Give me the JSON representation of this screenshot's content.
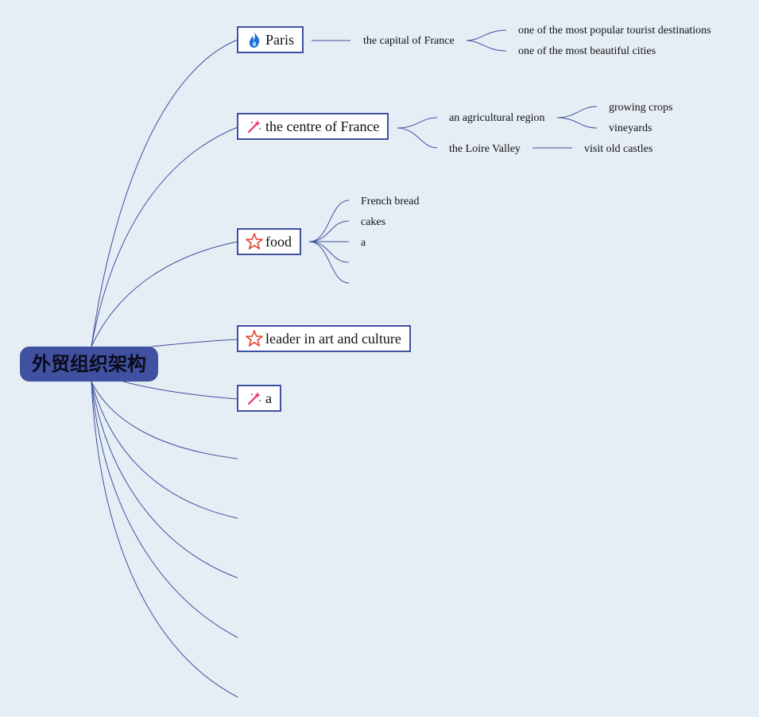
{
  "root": {
    "label": "外贸组织架构"
  },
  "topics": [
    {
      "key": "paris",
      "label": "Paris",
      "icon": "fire-icon"
    },
    {
      "key": "centre",
      "label": "the centre of France",
      "icon": "magic-wand-icon"
    },
    {
      "key": "food",
      "label": "food",
      "icon": "star-icon"
    },
    {
      "key": "leader",
      "label": "leader in art and culture",
      "icon": "star-icon"
    },
    {
      "key": "a",
      "label": "a",
      "icon": "magic-wand-icon"
    }
  ],
  "paris": {
    "capital": "the capital of France",
    "details": [
      "one of the most popular tourist destinations",
      "one of the most beautiful cities"
    ]
  },
  "centre": {
    "agricultural": "an agricultural region",
    "agri_details": [
      "growing crops",
      "vineyards"
    ],
    "loire": "the Loire Valley",
    "loire_detail": "visit old castles"
  },
  "food": {
    "items": [
      "French bread",
      "cakes",
      "a",
      "",
      ""
    ]
  },
  "colors": {
    "background": "#e6eef5",
    "root_fill": "#3f51a0",
    "line": "#3f51a0",
    "topic_border": "#3f51a0",
    "fire": "#1f6fd6",
    "wand": "#e03060",
    "star": "#e04030"
  }
}
